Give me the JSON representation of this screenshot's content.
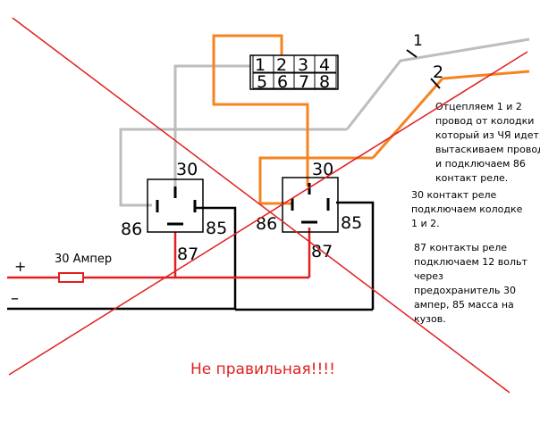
{
  "connector": {
    "pins_top": [
      "1",
      "2",
      "3",
      "4"
    ],
    "pins_bottom": [
      "5",
      "6",
      "7",
      "8"
    ]
  },
  "relay_left": {
    "pin30": "30",
    "pin86": "86",
    "pin85": "85",
    "pin87": "87"
  },
  "relay_right": {
    "pin30": "30",
    "pin86": "86",
    "pin85": "85",
    "pin87": "87"
  },
  "wires": {
    "wire1_label": "1",
    "wire2_label": "2"
  },
  "power": {
    "plus": "+",
    "minus": "–",
    "fuse_label": "30 Ампер"
  },
  "notes": {
    "note1": [
      "Отцепляем 1 и 2",
      "провод от колодки",
      "который из ЧЯ идет,",
      "вытаскиваем провода",
      "и подключаем 86",
      "контакт реле."
    ],
    "note2": [
      "30 контакт реле",
      "подключаем колодке",
      "1 и 2."
    ],
    "note3": [
      "87 контакты реле",
      "подключаем 12 вольт",
      "через",
      "предохранитель 30",
      "ампер, 85 масса на",
      "кузов."
    ]
  },
  "verdict": "Не правильная!!!!",
  "colors": {
    "grey": "#bdbdbd",
    "orange": "#f5841f",
    "red": "#e02020",
    "black": "#000000"
  }
}
